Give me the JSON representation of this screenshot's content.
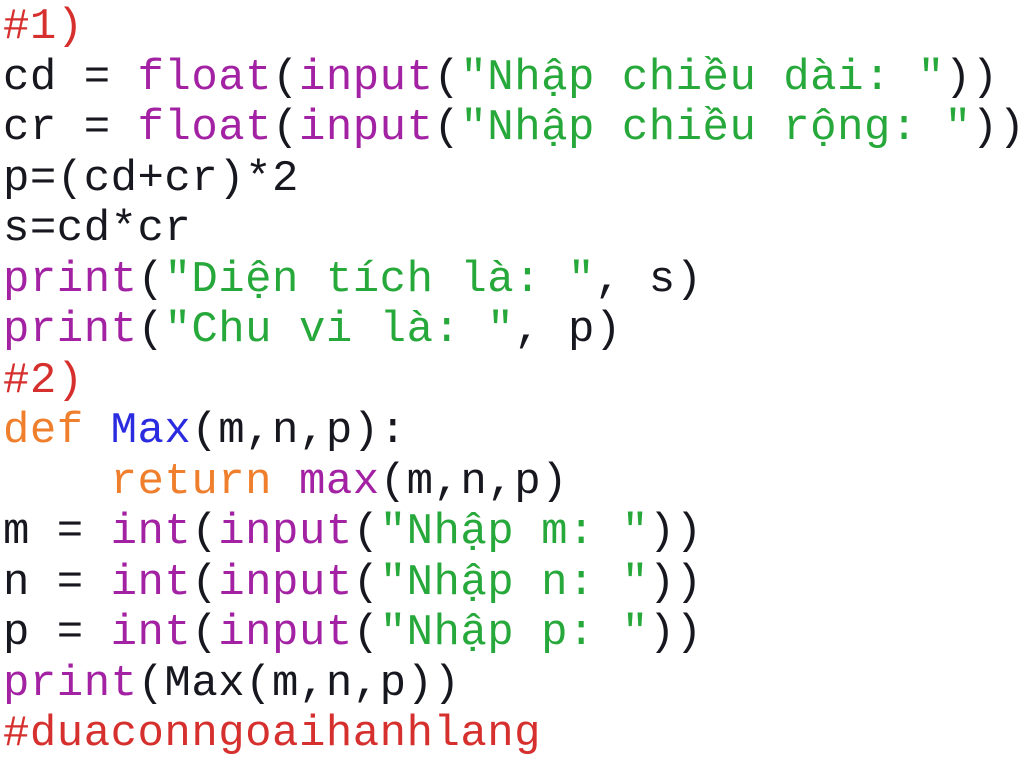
{
  "editor": {
    "language": "python",
    "colors": {
      "background": "#ffffff",
      "plain": "#17171f",
      "comment": "#d6302e",
      "keyword": "#ef7f2c",
      "builtin": "#a322a3",
      "string": "#26a83a",
      "definition": "#2b2be0"
    },
    "lines": [
      {
        "tokens": [
          {
            "t": "comment",
            "text": "#1)"
          }
        ]
      },
      {
        "tokens": [
          {
            "t": "plain",
            "text": "cd = "
          },
          {
            "t": "builtin",
            "text": "float"
          },
          {
            "t": "plain",
            "text": "("
          },
          {
            "t": "builtin",
            "text": "input"
          },
          {
            "t": "plain",
            "text": "("
          },
          {
            "t": "string",
            "text": "\"Nhập chiều dài: \""
          },
          {
            "t": "plain",
            "text": "))"
          }
        ]
      },
      {
        "tokens": [
          {
            "t": "plain",
            "text": "cr = "
          },
          {
            "t": "builtin",
            "text": "float"
          },
          {
            "t": "plain",
            "text": "("
          },
          {
            "t": "builtin",
            "text": "input"
          },
          {
            "t": "plain",
            "text": "("
          },
          {
            "t": "string",
            "text": "\"Nhập chiều rộng: \""
          },
          {
            "t": "plain",
            "text": "))"
          }
        ]
      },
      {
        "tokens": [
          {
            "t": "plain",
            "text": "p=(cd+cr)*2"
          }
        ]
      },
      {
        "tokens": [
          {
            "t": "plain",
            "text": "s=cd*cr"
          }
        ]
      },
      {
        "tokens": [
          {
            "t": "builtin",
            "text": "print"
          },
          {
            "t": "plain",
            "text": "("
          },
          {
            "t": "string",
            "text": "\"Diện tích là: \""
          },
          {
            "t": "plain",
            "text": ", s)"
          }
        ]
      },
      {
        "tokens": [
          {
            "t": "builtin",
            "text": "print"
          },
          {
            "t": "plain",
            "text": "("
          },
          {
            "t": "string",
            "text": "\"Chu vi là: \""
          },
          {
            "t": "plain",
            "text": ", p)"
          }
        ]
      },
      {
        "tokens": [
          {
            "t": "comment",
            "text": "#2)"
          }
        ]
      },
      {
        "tokens": [
          {
            "t": "keyword",
            "text": "def"
          },
          {
            "t": "plain",
            "text": " "
          },
          {
            "t": "definition",
            "text": "Max"
          },
          {
            "t": "plain",
            "text": "(m,n,p):"
          }
        ]
      },
      {
        "tokens": [
          {
            "t": "plain",
            "text": "    "
          },
          {
            "t": "keyword",
            "text": "return"
          },
          {
            "t": "plain",
            "text": " "
          },
          {
            "t": "builtin",
            "text": "max"
          },
          {
            "t": "plain",
            "text": "(m,n,p)"
          }
        ]
      },
      {
        "tokens": [
          {
            "t": "plain",
            "text": "m = "
          },
          {
            "t": "builtin",
            "text": "int"
          },
          {
            "t": "plain",
            "text": "("
          },
          {
            "t": "builtin",
            "text": "input"
          },
          {
            "t": "plain",
            "text": "("
          },
          {
            "t": "string",
            "text": "\"Nhập m: \""
          },
          {
            "t": "plain",
            "text": "))"
          }
        ]
      },
      {
        "tokens": [
          {
            "t": "plain",
            "text": "n = "
          },
          {
            "t": "builtin",
            "text": "int"
          },
          {
            "t": "plain",
            "text": "("
          },
          {
            "t": "builtin",
            "text": "input"
          },
          {
            "t": "plain",
            "text": "("
          },
          {
            "t": "string",
            "text": "\"Nhập n: \""
          },
          {
            "t": "plain",
            "text": "))"
          }
        ]
      },
      {
        "tokens": [
          {
            "t": "plain",
            "text": "p = "
          },
          {
            "t": "builtin",
            "text": "int"
          },
          {
            "t": "plain",
            "text": "("
          },
          {
            "t": "builtin",
            "text": "input"
          },
          {
            "t": "plain",
            "text": "("
          },
          {
            "t": "string",
            "text": "\"Nhập p: \""
          },
          {
            "t": "plain",
            "text": "))"
          }
        ]
      },
      {
        "tokens": [
          {
            "t": "builtin",
            "text": "print"
          },
          {
            "t": "plain",
            "text": "(Max(m,n,p))"
          }
        ]
      },
      {
        "tokens": [
          {
            "t": "comment",
            "text": "#duaconngoaihanhlang"
          }
        ]
      }
    ]
  }
}
